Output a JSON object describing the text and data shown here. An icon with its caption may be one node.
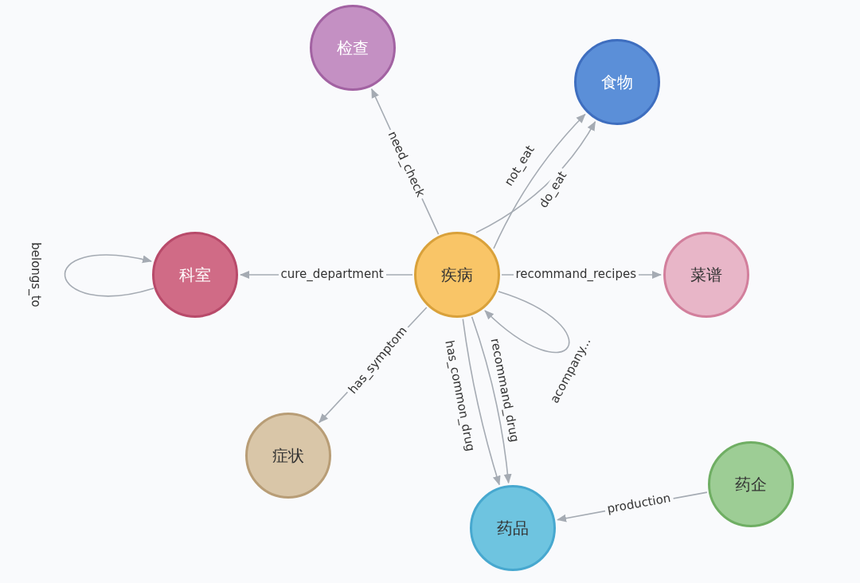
{
  "diagram": {
    "nodes": [
      {
        "text": [
          "疾病"
        ]
      },
      {
        "text": [
          "检查"
        ]
      },
      {
        "text": [
          "食物"
        ]
      },
      {
        "text": [
          "科室"
        ]
      },
      {
        "text": [
          "菜谱"
        ]
      },
      {
        "text": [
          "症状"
        ]
      },
      {
        "text": [
          "药品"
        ]
      },
      {
        "text": [
          "药企"
        ]
      }
    ],
    "edges": [
      {
        "from": 0,
        "to": 1,
        "arrow": "to",
        "label": "need_check"
      },
      {
        "from": 0,
        "to": 2,
        "arrow": "to",
        "label": "not_eat"
      },
      {
        "from": 0,
        "to": 2,
        "arrow": "to",
        "label": "do_eat"
      },
      {
        "from": 3,
        "to": 3,
        "arrow": "to",
        "label": "belongs_to"
      },
      {
        "from": 0,
        "to": 3,
        "arrow": "to",
        "label": "cure_department"
      },
      {
        "from": 0,
        "to": 4,
        "arrow": "to",
        "label": "recommand_recipes"
      },
      {
        "from": 0,
        "to": 0,
        "arrow": "to",
        "label": "acompany..."
      },
      {
        "from": 0,
        "to": 5,
        "arrow": "to",
        "label": "has_symptom"
      },
      {
        "from": 0,
        "to": 6,
        "arrow": "to",
        "label": "has_common_drug"
      },
      {
        "from": 0,
        "to": 6,
        "arrow": "to",
        "label": "recommand_drug"
      },
      {
        "from": 7,
        "to": 6,
        "arrow": "to",
        "label": "production"
      }
    ]
  }
}
